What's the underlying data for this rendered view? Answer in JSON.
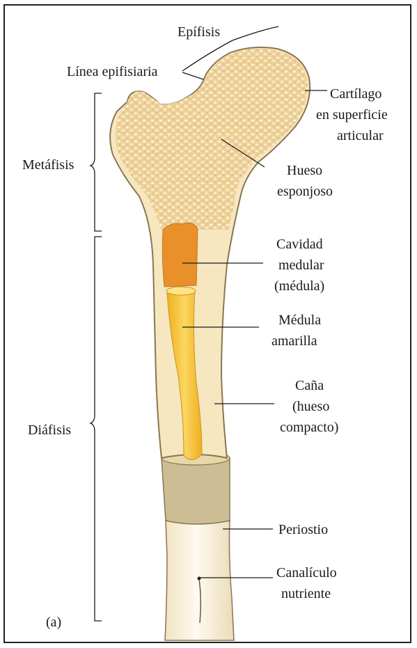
{
  "figure_tag": "(a)",
  "colors": {
    "bone_fill": "#f6e7c1",
    "bone_outline": "#8a7550",
    "spongy_fill": "#eed29a",
    "spongy_pores": "#fdf6e3",
    "marrow_cavity": "#e9902a",
    "yellow_marrow": "#f8c43a",
    "periosteum_band": "#cdbd94",
    "leader_line": "#1a1a1a"
  },
  "labels": {
    "epifisis": "Epífisis",
    "linea_epifisiaria": "Línea epifisiaria",
    "cartilago": [
      "Cartílago",
      "en superficie",
      "articular"
    ],
    "metafisis": "Metáfisis",
    "hueso_esponjoso": [
      "Hueso",
      "esponjoso"
    ],
    "cavidad_medular": [
      "Cavidad",
      "medular",
      "(médula)"
    ],
    "medula_amarilla": [
      "Médula",
      "amarilla"
    ],
    "cana": [
      "Caña",
      "(hueso",
      "compacto)"
    ],
    "diafisis": "Diáfisis",
    "periostio": "Periostio",
    "canaliculo": [
      "Canalículo",
      "nutriente"
    ]
  }
}
